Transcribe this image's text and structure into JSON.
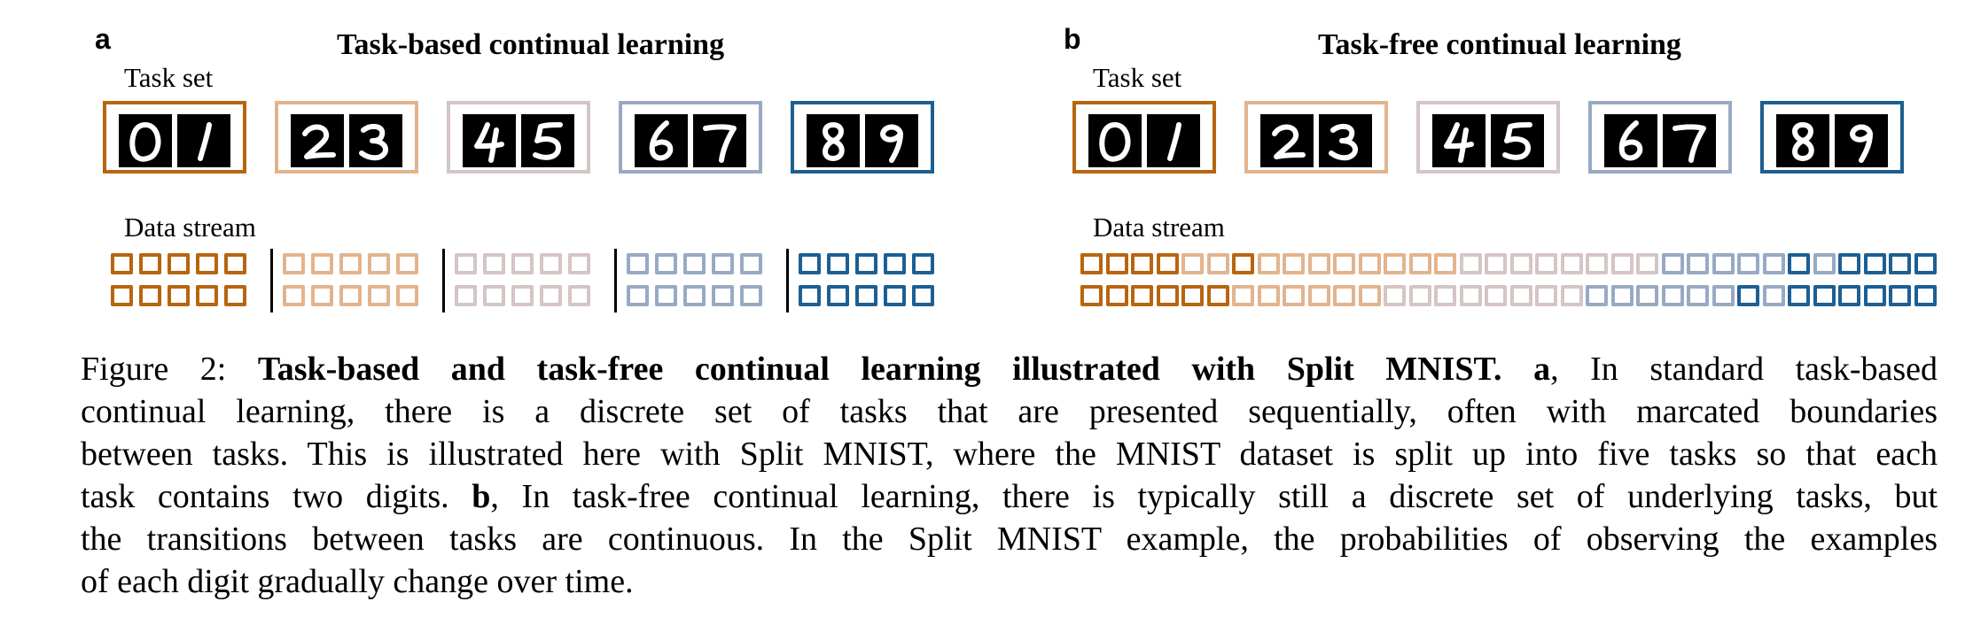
{
  "figure": {
    "panels": [
      {
        "id": "a",
        "label": "a",
        "title": "Task-based continual learning",
        "task_set_label": "Task set",
        "data_stream_label": "Data stream",
        "tasks": [
          {
            "digits": [
              "0",
              "1"
            ],
            "color": "#b8650f"
          },
          {
            "digits": [
              "2",
              "3"
            ],
            "color": "#e2b48e"
          },
          {
            "digits": [
              "4",
              "5"
            ],
            "color": "#d5c5c4"
          },
          {
            "digits": [
              "6",
              "7"
            ],
            "color": "#98aac3"
          },
          {
            "digits": [
              "8",
              "9"
            ],
            "color": "#1d5f92"
          }
        ],
        "stream_top": [
          0,
          0,
          0,
          0,
          0,
          1,
          1,
          1,
          1,
          1,
          2,
          2,
          2,
          2,
          2,
          3,
          3,
          3,
          3,
          3,
          4,
          4,
          4,
          4,
          4
        ],
        "stream_bottom": [
          0,
          0,
          0,
          0,
          0,
          1,
          1,
          1,
          1,
          1,
          2,
          2,
          2,
          2,
          2,
          3,
          3,
          3,
          3,
          3,
          4,
          4,
          4,
          4,
          4
        ],
        "has_boundaries": true
      },
      {
        "id": "b",
        "label": "b",
        "title": "Task-free continual learning",
        "task_set_label": "Task set",
        "data_stream_label": "Data stream",
        "tasks": [
          {
            "digits": [
              "0",
              "1"
            ],
            "color": "#b8650f"
          },
          {
            "digits": [
              "2",
              "3"
            ],
            "color": "#e2b48e"
          },
          {
            "digits": [
              "4",
              "5"
            ],
            "color": "#d5c5c4"
          },
          {
            "digits": [
              "6",
              "7"
            ],
            "color": "#98aac3"
          },
          {
            "digits": [
              "8",
              "9"
            ],
            "color": "#1d5f92"
          }
        ],
        "stream_top": [
          0,
          0,
          0,
          0,
          1,
          1,
          0,
          1,
          1,
          1,
          1,
          1,
          1,
          1,
          1,
          2,
          2,
          2,
          2,
          2,
          2,
          2,
          2,
          3,
          3,
          3,
          3,
          3,
          4,
          3,
          4,
          4,
          4,
          4
        ],
        "stream_bottom": [
          0,
          0,
          0,
          0,
          0,
          0,
          1,
          1,
          1,
          1,
          1,
          1,
          2,
          2,
          2,
          2,
          2,
          2,
          2,
          2,
          3,
          3,
          3,
          3,
          3,
          3,
          4,
          3,
          4,
          4,
          4,
          4,
          4,
          4
        ],
        "has_boundaries": false
      }
    ]
  },
  "caption": {
    "prefix": "Figure 2: ",
    "bold_title": "Task-based and task-free continual learning illustrated with Split MNIST.",
    "bold_a": "a",
    "text_a_1": ", In standard task-based",
    "line2": "continual learning, there is a discrete set of tasks that are presented sequentially, often with marcated boundaries",
    "line3": "between tasks. This is illustrated here with Split MNIST, where the MNIST dataset is split up into five tasks so that each",
    "line4_pre": "task contains two digits. ",
    "bold_b": "b",
    "line4_post": ", In task-free continual learning, there is typically still a discrete set of underlying tasks, but",
    "line5": "the transitions between tasks are continuous. In the Split MNIST example, the probabilities of observing the examples",
    "line6": "of each digit gradually change over time."
  }
}
